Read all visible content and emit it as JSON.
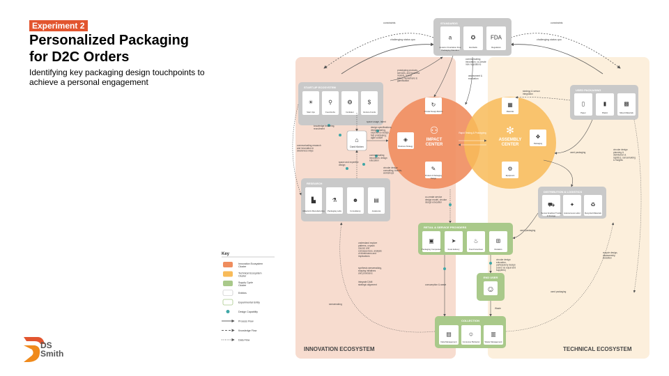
{
  "slide": {
    "badge": "Experiment 2",
    "title_line1": "Personalized Packaging",
    "title_line2": "for D2C Orders",
    "subtitle": "Identifying key packaging design touchpoints to achieve a personal engagement",
    "logo_line1": "DS",
    "logo_line2": "Smith"
  },
  "colors": {
    "innovation_bg": "#f7dccf",
    "technical_bg": "#fcefdc",
    "impact_circle": "#ef8d5e",
    "assembly_circle": "#f8bb59",
    "supply_green": "#a9c98a",
    "entity_grey": "#c9c9c9",
    "design_capability": "#3fa7a7",
    "accent": "#e2552f"
  },
  "diagram": {
    "innovation_label": "INNOVATION ECOSYSTEM",
    "technical_label": "TECHNICAL ECOSYSTEM",
    "standards": {
      "title": "STANDARDS",
      "items": [
        {
          "label": "Amazon Frustration Free Packaging Standard",
          "icon": "amazon-icon"
        },
        {
          "label": "EcoVadis",
          "icon": "ecovadis-icon"
        },
        {
          "label": "Regulators",
          "icon": "fda-icon"
        }
      ]
    },
    "startup": {
      "title": "START-UP ECOSYSTEM",
      "items": [
        {
          "label": "Start Ups",
          "icon": "lightbulb-icon"
        },
        {
          "label": "Food Hubs",
          "icon": "cutlery-icon"
        },
        {
          "label": "Incubator",
          "icon": "incubator-icon"
        },
        {
          "label": "Venture Funds",
          "icon": "money-icon"
        }
      ]
    },
    "research": {
      "title": "RESEARCH",
      "items": [
        {
          "label": "Material & Manufacturing",
          "icon": "factory-icon"
        },
        {
          "label": "Packaging Labs",
          "icon": "flask-icon"
        },
        {
          "label": "Consultancy",
          "icon": "consultant-icon"
        },
        {
          "label": "Academia",
          "icon": "book-icon"
        }
      ]
    },
    "dark_kitchen": "Dark Kitchen",
    "impact_center": {
      "title_line1": "IMPACT",
      "title_line2": "CENTER",
      "nodes": [
        {
          "label": "Circular Design Metrics",
          "icon": "circular-design-icon"
        },
        {
          "label": "Business Strategy",
          "icon": "strategy-icon"
        },
        {
          "label": "Product & Packaging Design",
          "icon": "design-icon"
        }
      ]
    },
    "overlap_label": "Rapid Testing & Prototyping",
    "assembly_center": {
      "title_line1": "ASSEMBLY",
      "title_line2": "CENTER",
      "nodes": [
        {
          "label": "Materials",
          "icon": "materials-icon"
        },
        {
          "label": "Packaging",
          "icon": "packaging-icon"
        },
        {
          "label": "Equipment",
          "icon": "equipment-icon"
        }
      ]
    },
    "used_packaging": {
      "title": "USED PACKAGING",
      "items": [
        {
          "label": "Paper",
          "icon": "paper-icon"
        },
        {
          "label": "Plastic",
          "icon": "plastic-icon"
        },
        {
          "label": "Mixed Materials",
          "icon": "mixed-icon"
        }
      ]
    },
    "distribution": {
      "title": "DISTRIBUTION & LOGISTICS",
      "items": [
        {
          "label": "Sensor Enabled Trucks & Storage",
          "icon": "truck-icon"
        },
        {
          "label": "Autonomous Labor",
          "icon": "robot-icon"
        },
        {
          "label": "Recycled Materials",
          "icon": "recycle-icon"
        }
      ]
    },
    "retail": {
      "title": "RETAIL & SERVICE PROVIDERS",
      "items": [
        {
          "label": "Packaging Companies",
          "icon": "box-icon"
        },
        {
          "label": "Food delivery",
          "icon": "delivery-icon"
        },
        {
          "label": "Food Incentives",
          "icon": "food-icon"
        },
        {
          "label": "Retailers",
          "icon": "cart-icon"
        }
      ]
    },
    "end_user": "END USER",
    "collection": {
      "title": "COLLECTION",
      "items": [
        {
          "label": "Data Management",
          "icon": "data-icon"
        },
        {
          "label": "Consumer Behavior",
          "icon": "consumer-icon"
        },
        {
          "label": "Waste Management",
          "icon": "bin-icon"
        }
      ]
    },
    "flow_labels": {
      "constraints_left": "constraints",
      "constraints_right": "constraints",
      "challenging_left": "challenging status quo",
      "challenging_right": "challenging status quo",
      "communicating": "communicating innovation, co-create new regulations",
      "prototyping": "prototyping products, services, and business models, recruit talent, hackathons & gamification",
      "assessment": "assessment & evaluation",
      "strategy_sensor": "strategy & sensor integration",
      "knowledge": "knowledge brokering, recruitment",
      "space_usage": "space usage, talent",
      "design_spec": "design specifications, design sharing, experience design, fast prototyping, agile culture",
      "communicating_research": "communicating research and innovation in awareness ways",
      "space_expertise": "space and expertise design",
      "communicating_design": "communicating innovation, design education",
      "circular_consulting": "circular design consulting, toolkits, workshops",
      "circular_planning": "circular design planning & distribution & logistics, sensemaking & insights",
      "used_packaging_1": "used packaging",
      "used_packaging_2": "used packaging",
      "used_packaging_3": "used packaging",
      "co_create": "co-create service design model, circular design education",
      "understand": "understand explore patterns, unpack causes and consequences, analysis of dimensions and implications",
      "synthesis": "synthesis sensemaking, shaping initiatives and provisions",
      "integrate": "integrate DAM strategic alignment",
      "sensemaking": "sensemaking",
      "consumption": "consumption & waste",
      "circular_edu": "circular design education, participatory design (users as equal and suppliers)",
      "waste": "Waste",
      "recycle": "recycle design, disassembly, transition"
    }
  },
  "key": {
    "title": "Key",
    "items": [
      {
        "label": "Innovation Ecosystem Cluster",
        "kind": "swatch",
        "color": "#ef8d5e"
      },
      {
        "label": "Technical Ecosystem Cluster",
        "kind": "swatch",
        "color": "#f8bb59"
      },
      {
        "label": "Supply Cycle Cluster",
        "kind": "swatch",
        "color": "#a9c98a"
      },
      {
        "label": "Entities",
        "kind": "entity",
        "color": "#ffffff"
      },
      {
        "label": "Experimental Entity",
        "kind": "experimental",
        "color": "#ffffff"
      },
      {
        "label": "Design Capability",
        "kind": "dot",
        "color": "#3fa7a7"
      },
      {
        "label": "Process Flow",
        "kind": "line-solid",
        "color": "#333333"
      },
      {
        "label": "Knowledge Flow",
        "kind": "line-dash",
        "color": "#333333"
      },
      {
        "label": "Data Flow",
        "kind": "line-dot",
        "color": "#333333"
      }
    ]
  }
}
